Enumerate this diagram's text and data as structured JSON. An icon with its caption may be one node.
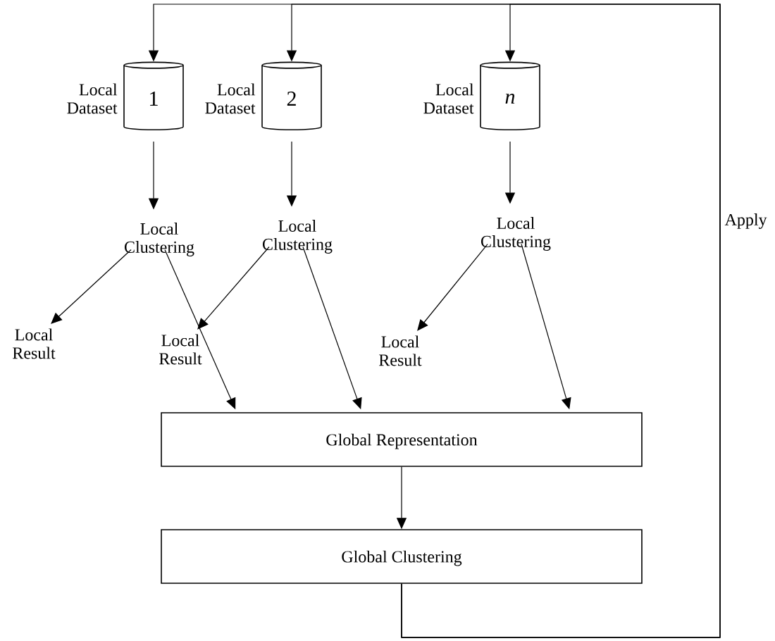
{
  "diagram": {
    "nodes": [
      {
        "text": [
          "1"
        ],
        "beside": [
          "Local Dataset"
        ]
      },
      {
        "text": [
          "2"
        ],
        "beside": [
          "Local Dataset"
        ]
      },
      {
        "text": [
          "n"
        ],
        "beside": [
          "Local Dataset"
        ]
      },
      {
        "text": [
          "Local Clustering"
        ]
      },
      {
        "text": [
          "Local Clustering"
        ]
      },
      {
        "text": [
          "Local Clustering"
        ]
      },
      {
        "text": [
          "Local Result"
        ]
      },
      {
        "text": [
          "Local Result"
        ]
      },
      {
        "text": [
          "Local Result"
        ]
      },
      {
        "text": [
          "Global Representation"
        ]
      },
      {
        "text": [
          "Global Clustering"
        ]
      }
    ],
    "edges": [
      {
        "from": 10,
        "to": 0,
        "arrow": "to",
        "label": "Apply"
      },
      {
        "from": 10,
        "to": 1,
        "arrow": "to"
      },
      {
        "from": 10,
        "to": 2,
        "arrow": "to"
      },
      {
        "from": 0,
        "to": 3,
        "arrow": "to"
      },
      {
        "from": 1,
        "to": 4,
        "arrow": "to"
      },
      {
        "from": 2,
        "to": 5,
        "arrow": "to"
      },
      {
        "from": 3,
        "to": 6,
        "arrow": "to"
      },
      {
        "from": 3,
        "to": 9,
        "arrow": "to"
      },
      {
        "from": 4,
        "to": 7,
        "arrow": "to"
      },
      {
        "from": 4,
        "to": 9,
        "arrow": "to"
      },
      {
        "from": 5,
        "to": 8,
        "arrow": "to"
      },
      {
        "from": 5,
        "to": 9,
        "arrow": "to"
      },
      {
        "from": 9,
        "to": 10,
        "arrow": "to"
      }
    ]
  }
}
